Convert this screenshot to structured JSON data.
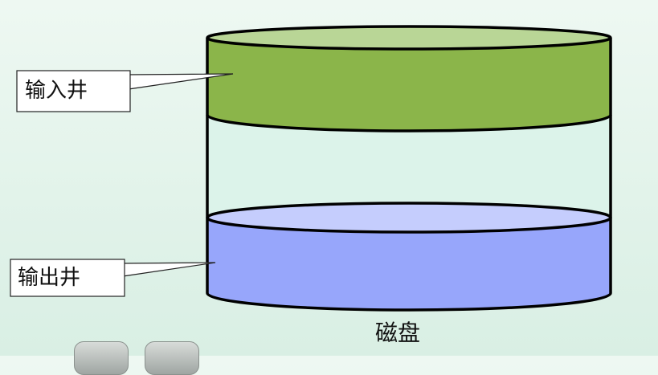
{
  "diagram": {
    "labels": {
      "input_well": "输入井",
      "output_well": "输出井",
      "disk": "磁盘"
    },
    "colors": {
      "input_well_fill": "#8bb54a",
      "input_well_top": "#b9d696",
      "middle_fill": "#dcf3ea",
      "output_well_fill": "#97a6fb",
      "output_well_top": "#c5cdfd",
      "outline": "#000000"
    }
  }
}
